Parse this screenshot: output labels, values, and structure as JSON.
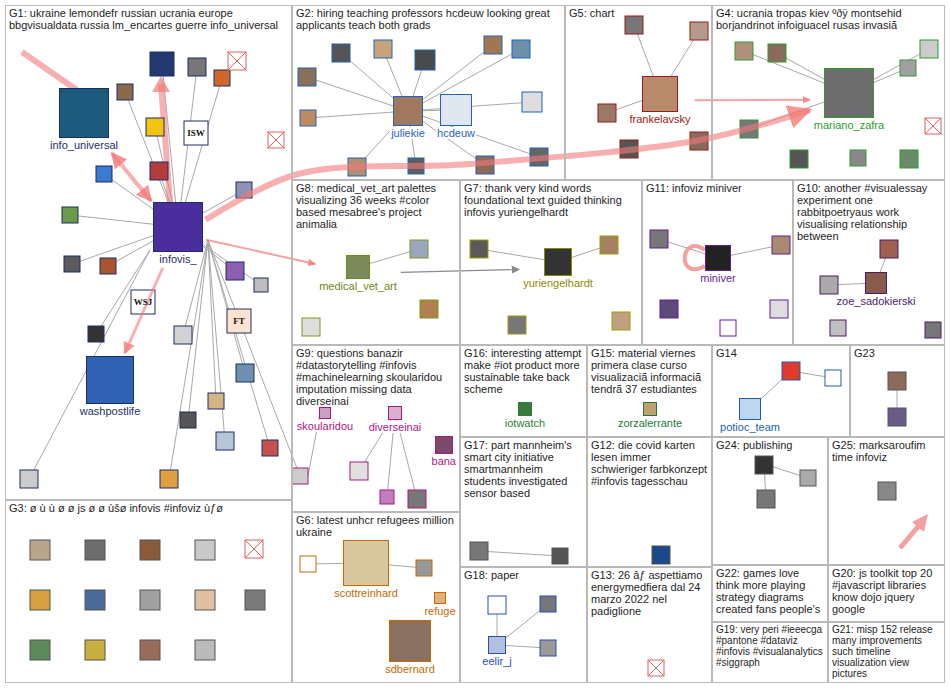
{
  "diagram": {
    "nodes": [
      {
        "text": [
          "G1: ukraine lemondefr russian ucrania europe bbgvisualdata russia lm_encartes guerre info_universal"
        ]
      },
      {
        "text": [
          "info_universal"
        ],
        "in": 0
      },
      {
        "text": [
          "infovis_"
        ],
        "in": 0
      },
      {
        "text": [
          "washpostlife"
        ],
        "in": 0
      },
      {
        "text": [
          "G2: hiring teaching professors hcdeuw looking great applicants teach both grads"
        ]
      },
      {
        "text": [
          "juliekie"
        ],
        "in": 4
      },
      {
        "text": [
          "hcdeuw"
        ],
        "in": 4
      },
      {
        "text": [
          "G5: chart"
        ]
      },
      {
        "text": [
          "frankelavsky"
        ],
        "in": 7
      },
      {
        "text": [
          "G4: ucrania tropas kiev ºðÿ montsehid borjandrinot infoiguacel rusas invasiã"
        ]
      },
      {
        "text": [
          "mariano_zafra"
        ],
        "in": 9
      },
      {
        "text": [
          "G8: medical_vet_art palettes visualizing 36 weeks #color based mesabree's project animalia"
        ]
      },
      {
        "text": [
          "medical_vet_art"
        ],
        "in": 11
      },
      {
        "text": [
          "G7: thank very kind words foundational text guided thinking infovis yuriengelhardt"
        ]
      },
      {
        "text": [
          "yuriengelhardt"
        ],
        "in": 13
      },
      {
        "text": [
          "G11: infoviz miniver"
        ]
      },
      {
        "text": [
          "miniver"
        ],
        "in": 15
      },
      {
        "text": [
          "G10: another #visualessay experiment one rabbitpoetryaus work visualising relationship between"
        ]
      },
      {
        "text": [
          "zoe_sadokierski"
        ],
        "in": 17
      },
      {
        "text": [
          "G9: questions banazir #datastorytelling #infovis #machinelearning skoularidou imputation missing data diverseinai"
        ]
      },
      {
        "text": [
          "skoularidou"
        ],
        "in": 19
      },
      {
        "text": [
          "diverseinai"
        ],
        "in": 19
      },
      {
        "text": [
          "bana"
        ],
        "in": 19
      },
      {
        "text": [
          "G16: interesting attempt make #iot product more sustainable take back scheme"
        ]
      },
      {
        "text": [
          "iotwatch"
        ],
        "in": 23
      },
      {
        "text": [
          "G15: material viernes primera clase curso visualizaciã informaciã tendrã 37 estudiantes"
        ]
      },
      {
        "text": [
          "zorzalerrante"
        ],
        "in": 25
      },
      {
        "text": [
          "G14"
        ]
      },
      {
        "text": [
          "potioc_team"
        ],
        "in": 27
      },
      {
        "text": [
          "G23"
        ]
      },
      {
        "text": [
          "G17: part mannheim's smart city initiative smartmannheim students investigated sensor based"
        ]
      },
      {
        "text": [
          "G12: die covid karten lesen immer schwieriger farbkonzept #infovis tagesschau"
        ]
      },
      {
        "text": [
          "G24: publishing"
        ]
      },
      {
        "text": [
          "G25: marksaroufim time infoviz"
        ]
      },
      {
        "text": [
          "G3: ø ù ù ø ø js ø ø ùšø infovis #infoviz ùƒø"
        ]
      },
      {
        "text": [
          "G6: latest unhcr refugees million ukraine"
        ]
      },
      {
        "text": [
          "scottreinhard"
        ],
        "in": 35
      },
      {
        "text": [
          "refuge"
        ],
        "in": 35
      },
      {
        "text": [
          "sdbernard"
        ],
        "in": 35
      },
      {
        "text": [
          "G18: paper"
        ]
      },
      {
        "text": [
          "eelir_j"
        ],
        "in": 39
      },
      {
        "text": [
          "G13: 26 âƒ aspettiamo energymedfiera dal 24 marzo 2022 nel padiglione"
        ]
      },
      {
        "text": [
          "G22: games love think more playing strategy diagrams created fans people's"
        ]
      },
      {
        "text": [
          "G20: js toolkit top 20 #javascript libraries know dojo jquery google"
        ]
      },
      {
        "text": [
          "G19: very peri #ieeecga #pantone #dataviz #infovis #visualanalytics #siggraph"
        ]
      },
      {
        "text": [
          "G21: misp 152 release many improvements such timeline visualization view pictures"
        ]
      }
    ],
    "edges": [
      {
        "from": 2,
        "to": 10,
        "arrow": "to"
      },
      {
        "from": 1,
        "to": 2,
        "arrow": "both"
      },
      {
        "from": 2,
        "to": 3,
        "arrow": "to"
      },
      {
        "from": 2,
        "to": 12,
        "arrow": "to"
      },
      {
        "from": 12,
        "to": 14,
        "arrow": "to"
      },
      {
        "from": 8,
        "to": 10,
        "arrow": "to"
      }
    ],
    "labels": [
      "ISW",
      "WSJ",
      "FT"
    ]
  }
}
